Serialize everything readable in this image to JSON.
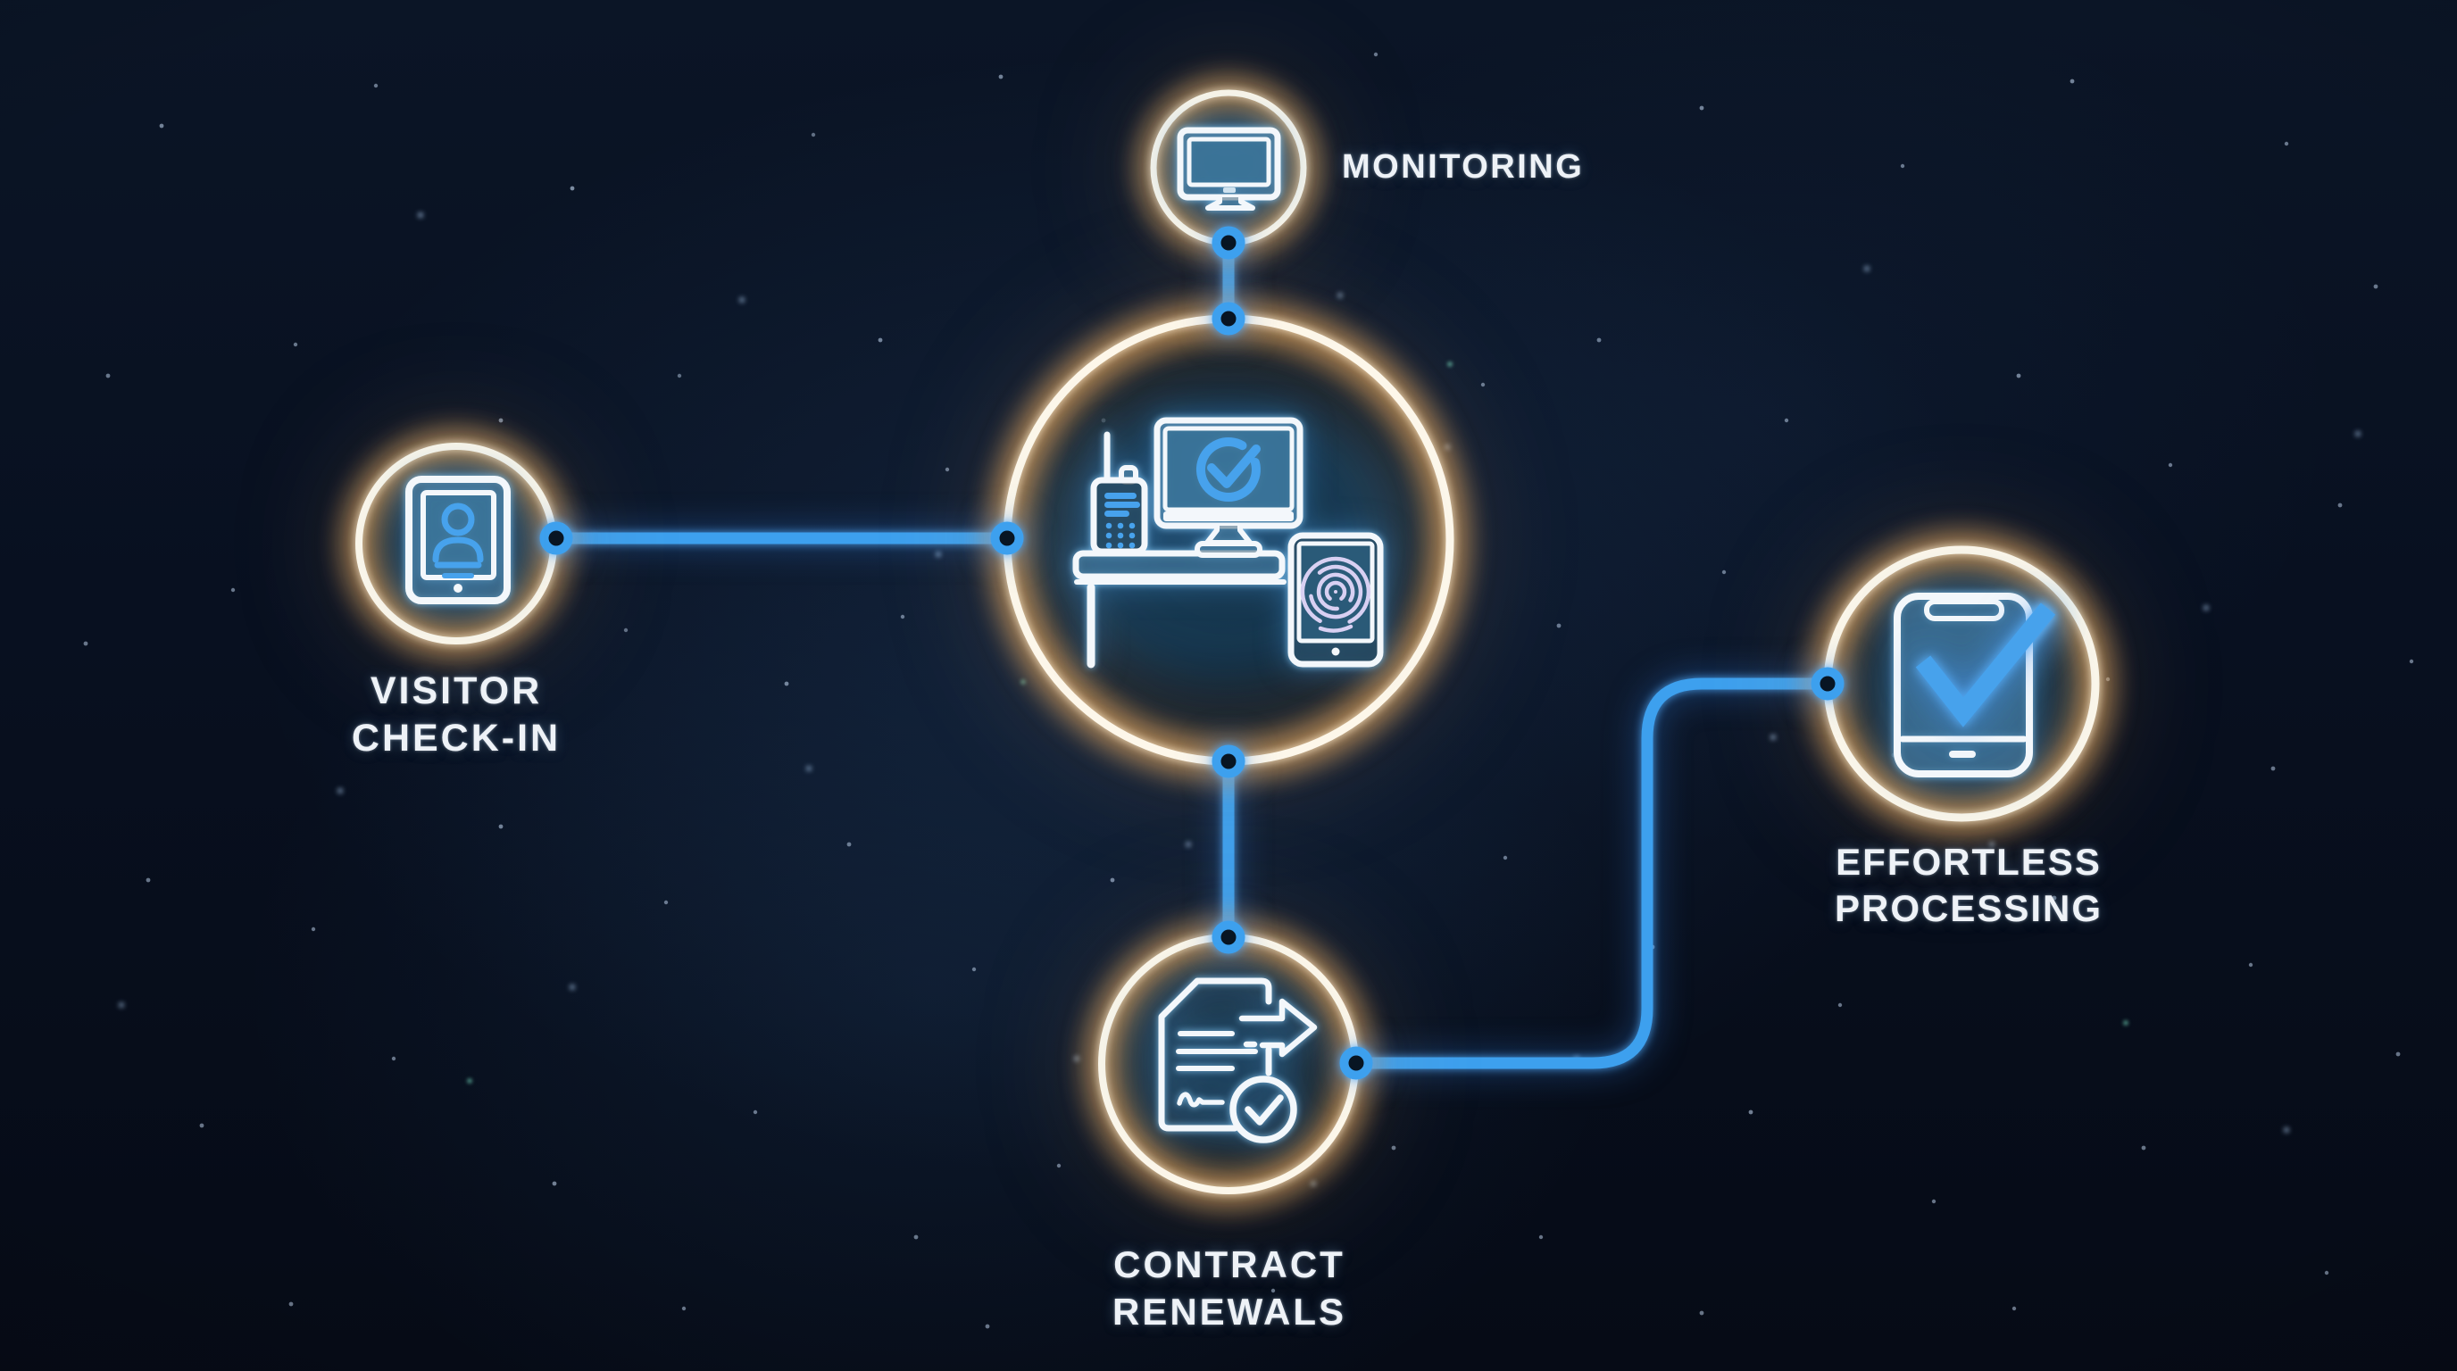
{
  "diagram": {
    "type": "hub-and-spoke process diagram",
    "hub": {
      "icon": "reception-desk-workstation-icon"
    },
    "nodes": [
      {
        "id": "monitoring",
        "position": "top",
        "icon": "desktop-monitor-icon",
        "label": "MONITORING"
      },
      {
        "id": "visitor-check-in",
        "position": "left",
        "icon": "visitor-tablet-icon",
        "label": "VISITOR CHECK-IN",
        "lines": [
          "VISITOR",
          "CHECK-IN"
        ]
      },
      {
        "id": "contract-renewals",
        "position": "bottom",
        "icon": "contract-document-arrow-icon",
        "label": "CONTRACT RENEWALS",
        "lines": [
          "CONTRACT",
          "RENEWALS"
        ]
      },
      {
        "id": "effortless-processing",
        "position": "right",
        "icon": "smartphone-checkmark-icon",
        "label": "EFFORTLESS PROCESSING",
        "lines": [
          "EFFORTLESS",
          "PROCESSING"
        ]
      }
    ],
    "hub_icon_parts": [
      "walkie-talkie-icon",
      "monitor-checkmark-icon",
      "fingerprint-tablet-icon",
      "desk-icon"
    ]
  },
  "colors": {
    "accent-blue": "#3DA0EE",
    "icon-blue": "#47A2EC",
    "ring-cream": "#FDF7EA",
    "ring-glow": "#DEA662",
    "text-white": "#EEF2F7",
    "fingerprint-lavender": "#D8D0F2",
    "screen-teal": "#2C688A",
    "background-navy": "#070D18"
  }
}
